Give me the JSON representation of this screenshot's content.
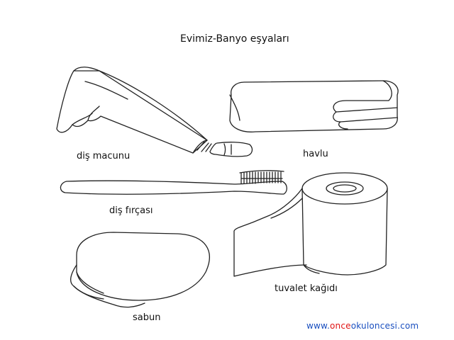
{
  "title": "Evimiz-Banyo eşyaları",
  "items": {
    "toothpaste": "diş macunu",
    "towel": "havlu",
    "toothbrush": "diş fırçası",
    "toilet_paper": "tuvalet kağıdı",
    "soap": "sabun"
  },
  "watermark": {
    "prefix": "www.",
    "brand": "once",
    "suffix": "okuloncesi.com",
    "prefix_color": "#1a4fbf",
    "brand_color": "#e01414",
    "suffix_color": "#1a4fbf"
  },
  "icons": [
    "toothpaste-drawing",
    "towel-drawing",
    "toothbrush-drawing",
    "toilet-paper-drawing",
    "soap-drawing"
  ]
}
